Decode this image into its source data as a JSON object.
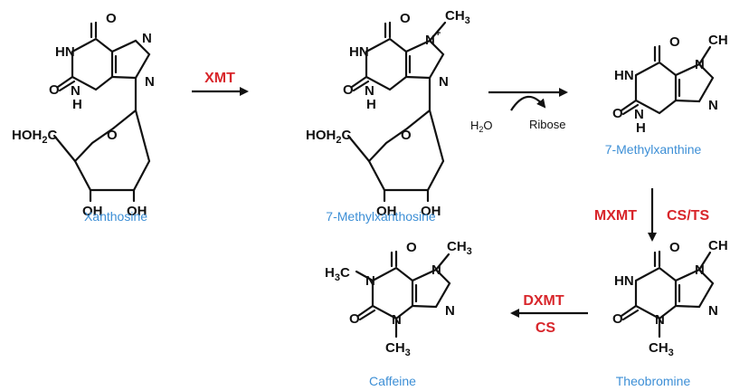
{
  "compounds": {
    "xanthosine": "Xanthosine",
    "methylxanthosine": "7-Methylxanthosine",
    "methylxanthine": "7-Methylxanthine",
    "theobromine": "Theobromine",
    "caffeine": "Caffeine"
  },
  "enzymes": {
    "xmt": "XMT",
    "mxmt": "MXMT",
    "cs_ts": "CS/TS",
    "dxmt": "DXMT",
    "cs": "CS"
  },
  "cofactors": {
    "water_h": "H",
    "water_sub": "2",
    "water_o": "O",
    "ribose": "Ribose"
  },
  "atoms": {
    "O": "O",
    "N": "N",
    "HN": "HN",
    "H": "H",
    "OH": "OH",
    "HOH2C_main": "HOH",
    "HOH2C_sub": "2",
    "HOH2C_end": "C",
    "CH3_main": "CH",
    "CH3_sub": "3",
    "H3C_main": "H",
    "H3C_sub": "3",
    "H3C_end": "C",
    "plus": "+"
  },
  "colors": {
    "compound_label": "#3d8fd6",
    "enzyme_label": "#d8262b",
    "structure": "#111111"
  }
}
